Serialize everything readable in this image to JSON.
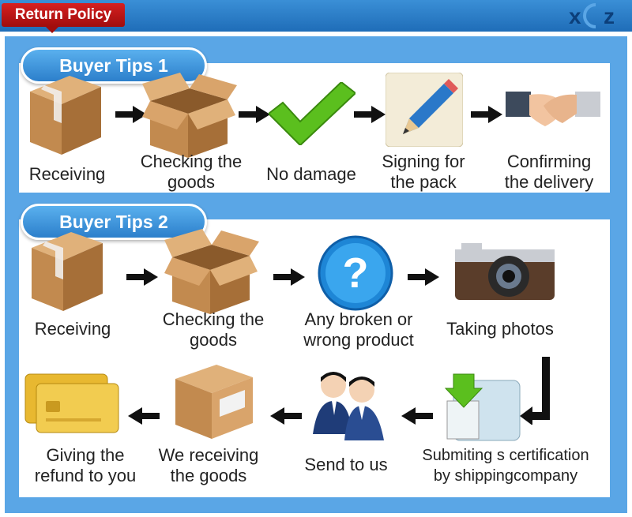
{
  "header": {
    "tab_label": "Return Policy",
    "brand_logo": "X Z"
  },
  "section1": {
    "title": "Buyer Tips 1",
    "steps": [
      {
        "label_line1": "Receiving",
        "label_line2": "",
        "icon": "box-closed-icon"
      },
      {
        "label_line1": "Checking the",
        "label_line2": "goods",
        "icon": "box-open-icon"
      },
      {
        "label_line1": "No damage",
        "label_line2": "",
        "icon": "checkmark-icon"
      },
      {
        "label_line1": "Signing for",
        "label_line2": "the pack",
        "icon": "pencil-icon"
      },
      {
        "label_line1": "Confirming",
        "label_line2": "the delivery",
        "icon": "handshake-icon"
      }
    ]
  },
  "section2": {
    "title": "Buyer Tips 2",
    "row1": [
      {
        "label_line1": "Receiving",
        "label_line2": "",
        "icon": "box-closed-icon"
      },
      {
        "label_line1": "Checking the",
        "label_line2": "goods",
        "icon": "box-open-icon"
      },
      {
        "label_line1": "Any broken or",
        "label_line2": "wrong product",
        "icon": "question-icon"
      },
      {
        "label_line1": "Taking photos",
        "label_line2": "",
        "icon": "camera-icon"
      }
    ],
    "row2": [
      {
        "label_line1": "Giving the",
        "label_line2": "refund to you",
        "icon": "credit-card-icon"
      },
      {
        "label_line1": "We receiving",
        "label_line2": "the goods",
        "icon": "box-label-icon"
      },
      {
        "label_line1": "Send to us",
        "label_line2": "",
        "icon": "support-agents-icon"
      },
      {
        "label_line1": "Submiting s certification",
        "label_line2": "by shippingcompany",
        "icon": "download-document-icon"
      }
    ]
  },
  "colors": {
    "accent_blue": "#3a8fd6",
    "tab_red": "#c41616",
    "check_green": "#5bbf1e"
  }
}
